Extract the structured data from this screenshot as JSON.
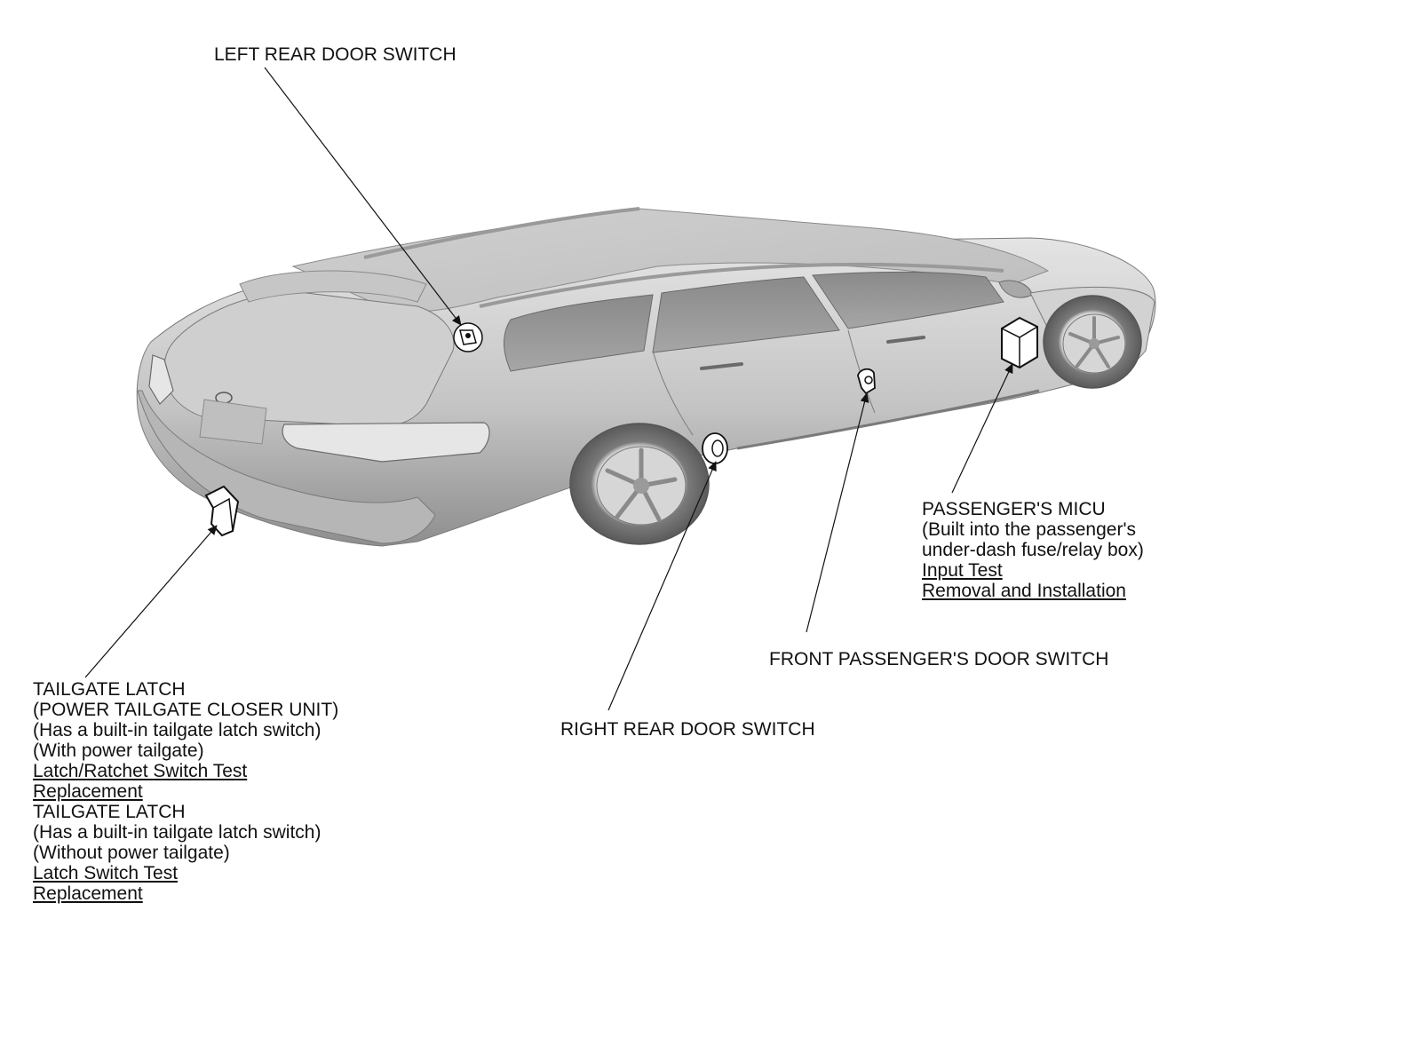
{
  "labels": {
    "left_rear_door_switch": "LEFT REAR DOOR SWITCH",
    "passengers_micu": {
      "title": "PASSENGER'S MICU",
      "note1": "(Built into the passenger's",
      "note2": "under-dash fuse/relay box)",
      "link_input_test": "Input Test",
      "link_removal": "Removal and Installation"
    },
    "front_passengers_door_switch": "FRONT PASSENGER'S DOOR SWITCH",
    "right_rear_door_switch": "RIGHT REAR DOOR SWITCH",
    "tailgate": {
      "title1": "TAILGATE LATCH",
      "sub1": "(POWER TAILGATE CLOSER UNIT)",
      "note1": "(Has a built-in tailgate latch switch)",
      "note2": "(With power tailgate)",
      "link_latch_ratchet": "Latch/Ratchet Switch Test",
      "link_replacement1": "Replacement",
      "title2": "TAILGATE LATCH",
      "note3": "(Has a built-in tailgate latch switch)",
      "note4": "(Without power tailgate)",
      "link_latch_switch": "Latch Switch Test",
      "link_replacement2": "Replacement"
    }
  },
  "colors": {
    "body_light": "#dcdcdc",
    "body_mid": "#b8b8b8",
    "body_dark": "#8c8c8c",
    "glass": "#9a9a9a",
    "ink": "#111111"
  }
}
